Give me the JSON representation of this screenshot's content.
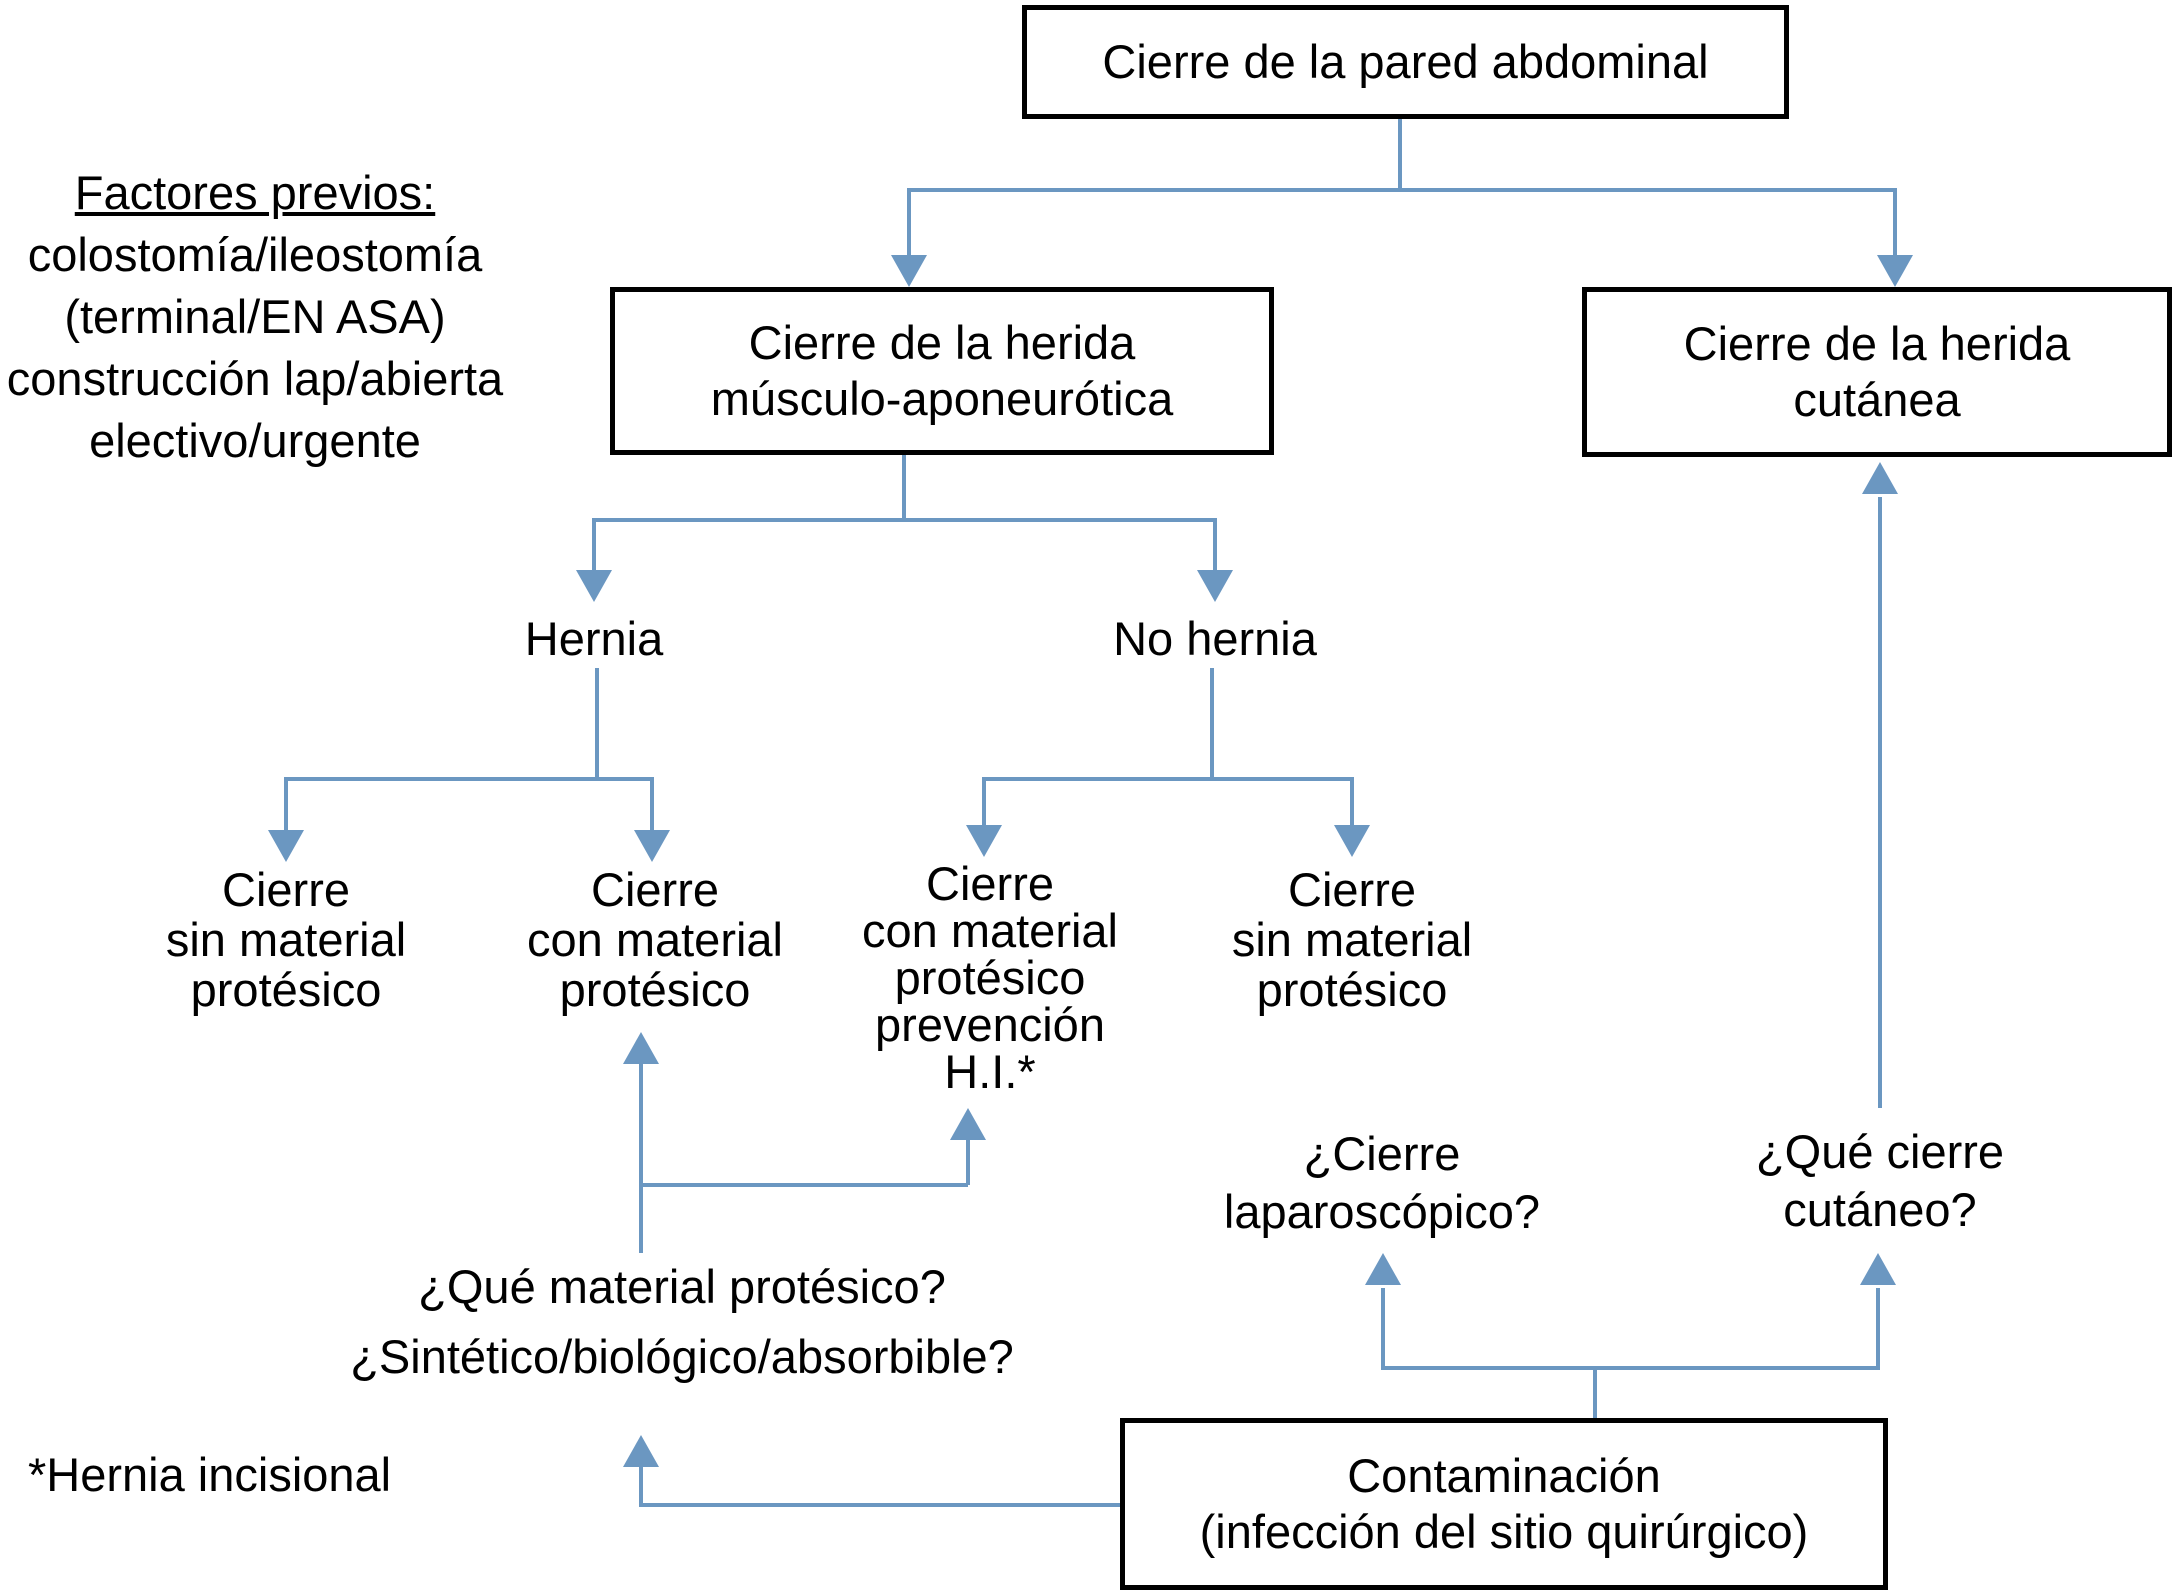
{
  "accent_color": "#6b97c1",
  "diagram_title": "Cierre de la pared abdominal",
  "boxes": {
    "root": {
      "label": "Cierre de la pared abdominal"
    },
    "musculo": {
      "lines": [
        "Cierre de la herida",
        "músculo-aponeurótica"
      ]
    },
    "cutanea": {
      "lines": [
        "Cierre de la herida",
        "cutánea"
      ]
    },
    "contaminacion": {
      "lines": [
        "Contaminación",
        "(infección del sitio quirúrgico)"
      ]
    }
  },
  "side_note": {
    "lines": [
      "Factores previos:",
      "colostomía/ileostomía",
      "(terminal/EN ASA)",
      "construcción lap/abierta",
      "electivo/urgente"
    ]
  },
  "labels": {
    "hernia": "Hernia",
    "no_hernia": "No hernia",
    "cierre_sin_hernia": {
      "lines": [
        "Cierre",
        "sin material",
        "protésico"
      ]
    },
    "cierre_con_hernia": {
      "lines": [
        "Cierre",
        "con material",
        "protésico"
      ]
    },
    "cierre_con_prevencion": {
      "lines": [
        "Cierre",
        "con material",
        "protésico",
        "prevención",
        "H.I.*"
      ]
    },
    "cierre_sin_nohernia": {
      "lines": [
        "Cierre",
        "sin material",
        "protésico"
      ]
    },
    "q_material": {
      "lines": [
        "¿Qué material protésico?",
        "¿Sintético/biológico/absorbible?"
      ]
    },
    "q_laparoscopico": {
      "lines": [
        "¿Cierre",
        "laparoscópico?"
      ]
    },
    "q_cutaneo": {
      "lines": [
        "¿Qué cierre",
        "cutáneo?"
      ]
    },
    "footnote": "*Hernia incisional"
  }
}
